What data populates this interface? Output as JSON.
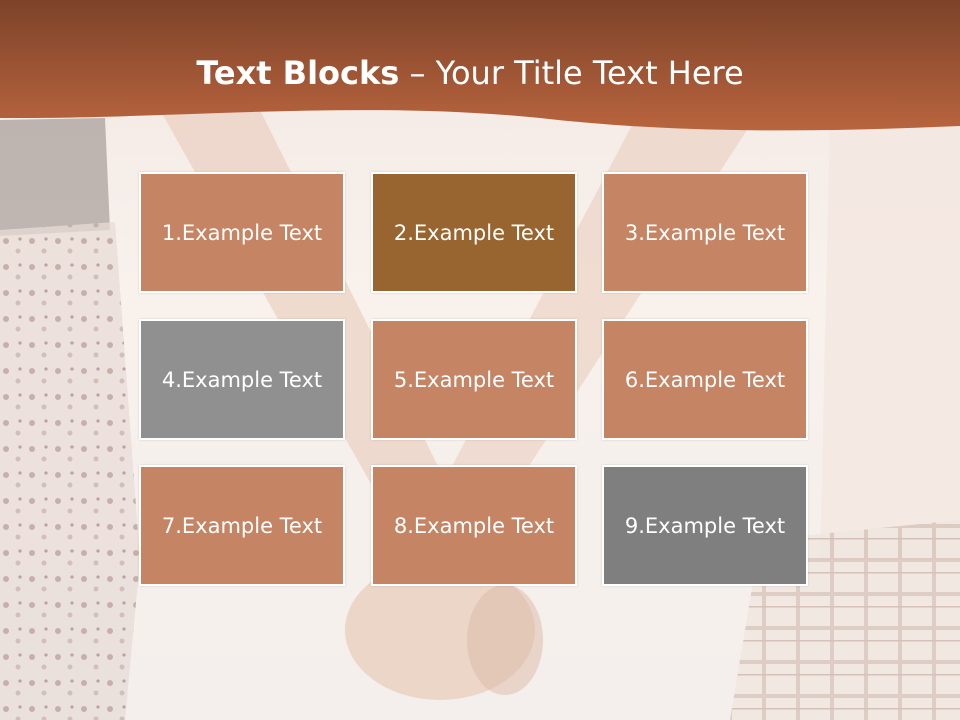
{
  "slide": {
    "title_bold": "Text Blocks",
    "title_rest": " – Your Title Text Here",
    "colors": {
      "header": "#a9573a",
      "block_default": "#c58463",
      "block_accent": "#98642f",
      "block_gray_light": "#909090",
      "block_gray_dark": "#7f7f7f"
    },
    "blocks": [
      {
        "label": "1.Example Text",
        "color": "#c58463"
      },
      {
        "label": "2.Example Text",
        "color": "#98642f"
      },
      {
        "label": "3.Example Text",
        "color": "#c58463"
      },
      {
        "label": "4.Example Text",
        "color": "#909090"
      },
      {
        "label": "5.Example Text",
        "color": "#c58463"
      },
      {
        "label": "6.Example Text",
        "color": "#c58463"
      },
      {
        "label": "7.Example Text",
        "color": "#c58463"
      },
      {
        "label": "8.Example Text",
        "color": "#c58463"
      },
      {
        "label": "9.Example Text",
        "color": "#7f7f7f"
      }
    ]
  }
}
